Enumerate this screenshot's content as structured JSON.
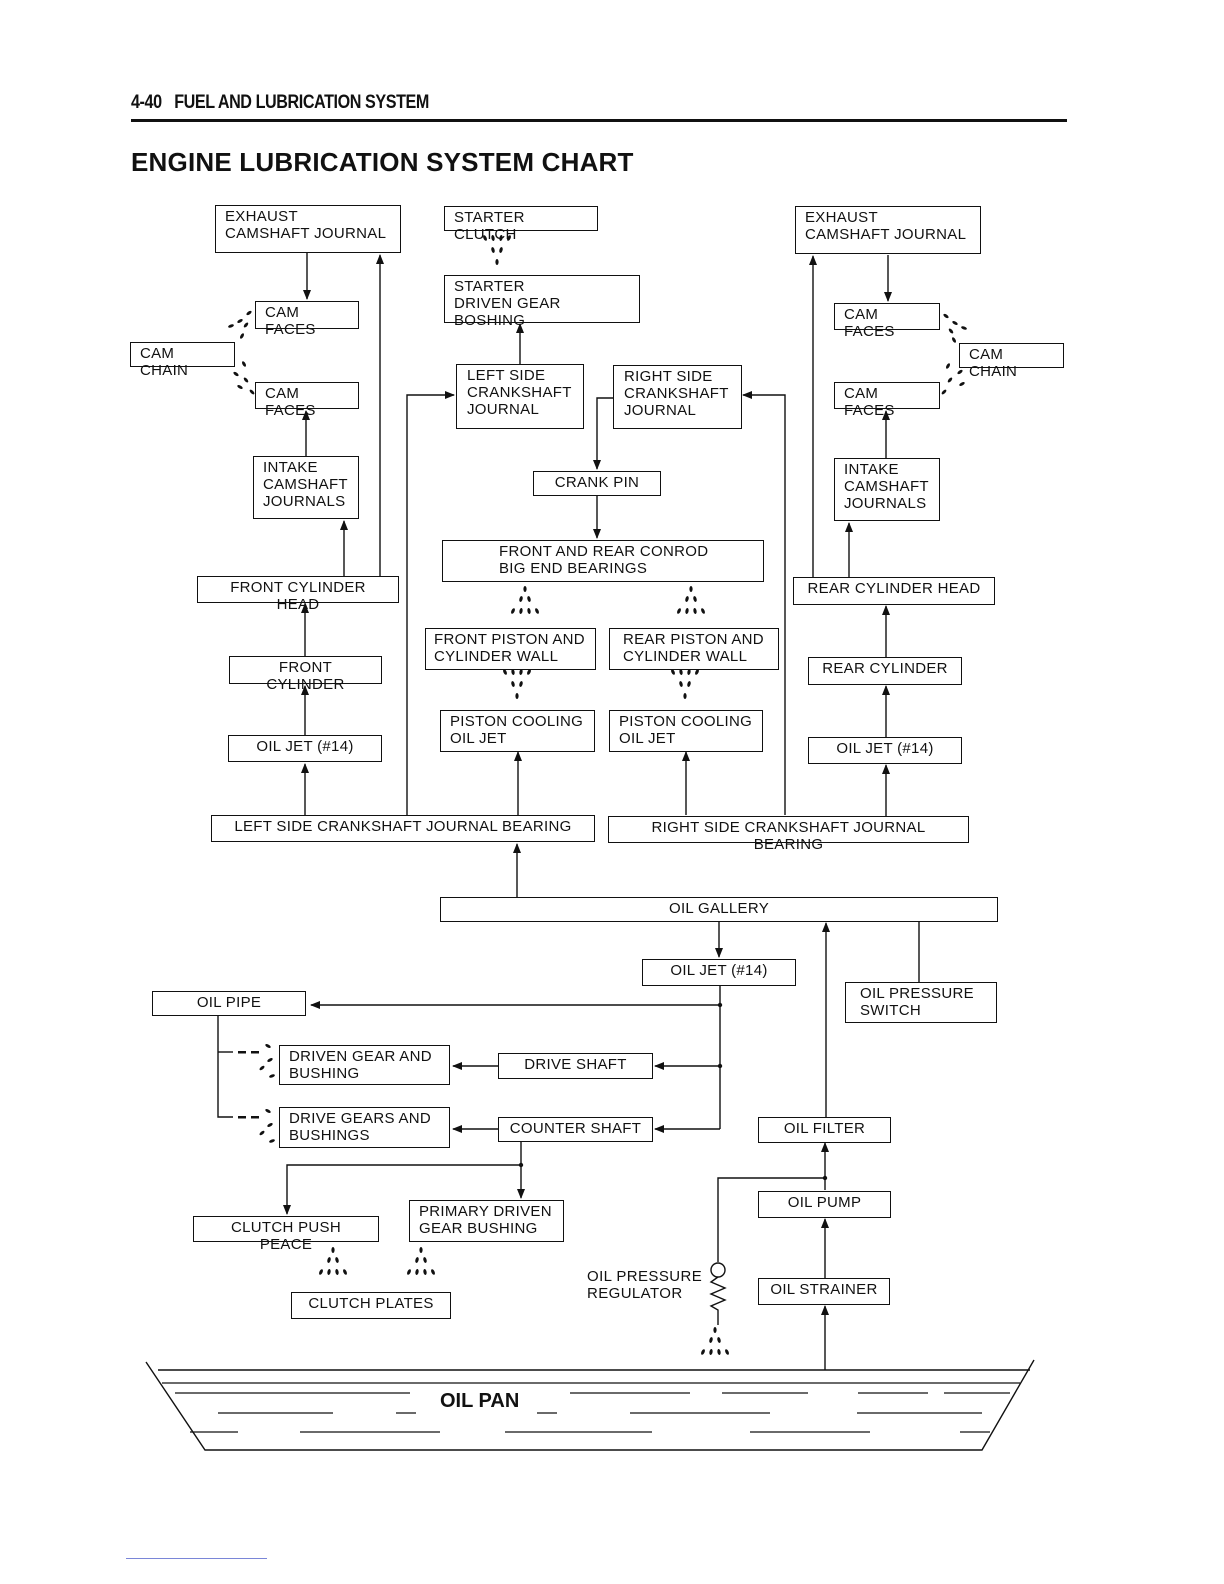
{
  "header": {
    "page_ref": "4-40",
    "section": "FUEL AND LUBRICATION SYSTEM"
  },
  "title": "ENGINE LUBRICATION SYSTEM CHART",
  "nodes": {
    "exhaust_cam_journal_left": "EXHAUST\nCAMSHAFT JOURNAL",
    "cam_faces_left_top": "CAM FACES",
    "cam_chain_left": "CAM CHAIN",
    "cam_faces_left_bottom": "CAM FACES",
    "intake_cam_journals_left": "INTAKE\nCAMSHAFT\nJOURNALS",
    "front_cylinder_head": "FRONT CYLINDER HEAD",
    "front_cylinder": "FRONT CYLINDER",
    "oil_jet_left": "OIL JET (#14)",
    "starter_clutch": "STARTER CLUTCH",
    "starter_driven_gear": "STARTER\nDRIVEN GEAR BOSHING",
    "left_side_crank_journal": "LEFT SIDE\nCRANKSHAFT\nJOURNAL",
    "right_side_crank_journal": "RIGHT SIDE\nCRANKSHAFT\nJOURNAL",
    "crank_pin": "CRANK PIN",
    "conrod_bearings": "FRONT AND REAR CONROD\nBIG END BEARINGS",
    "front_piston_wall": "FRONT PISTON AND\nCYLINDER WALL",
    "rear_piston_wall": "REAR PISTON AND\nCYLINDER WALL",
    "piston_cooling_left": "PISTON COOLING\nOIL JET",
    "piston_cooling_right": "PISTON COOLING\nOIL JET",
    "exhaust_cam_journal_right": "EXHAUST\nCAMSHAFT JOURNAL",
    "cam_faces_right_top": "CAM FACES",
    "cam_chain_right": "CAM CHAIN",
    "cam_faces_right_bottom": "CAM FACES",
    "intake_cam_journals_right": "INTAKE\nCAMSHAFT\nJOURNALS",
    "rear_cylinder_head": "REAR CYLINDER HEAD",
    "rear_cylinder": "REAR CYLINDER",
    "oil_jet_right": "OIL JET (#14)",
    "left_crank_journal_bearing": "LEFT SIDE CRANKSHAFT JOURNAL BEARING",
    "right_crank_journal_bearing": "RIGHT SIDE CRANKSHAFT JOURNAL BEARING",
    "oil_gallery": "OIL GALLERY",
    "oil_jet_gallery": "OIL JET (#14)",
    "oil_pressure_switch": "OIL PRESSURE\nSWITCH",
    "oil_pipe": "OIL PIPE",
    "driven_gear_bushing": "DRIVEN GEAR AND\nBUSHING",
    "drive_shaft": "DRIVE SHAFT",
    "drive_gears_bushings": "DRIVE GEARS AND\nBUSHINGS",
    "counter_shaft": "COUNTER SHAFT",
    "oil_filter": "OIL FILTER",
    "oil_pump": "OIL PUMP",
    "clutch_push_piece": "CLUTCH PUSH PEACE",
    "primary_driven_gear": "PRIMARY DRIVEN\nGEAR BUSHING",
    "clutch_plates": "CLUTCH PLATES",
    "oil_pressure_regulator": "OIL PRESSURE\nREGULATOR",
    "oil_strainer": "OIL STRAINER",
    "oil_pan": "OIL PAN"
  }
}
